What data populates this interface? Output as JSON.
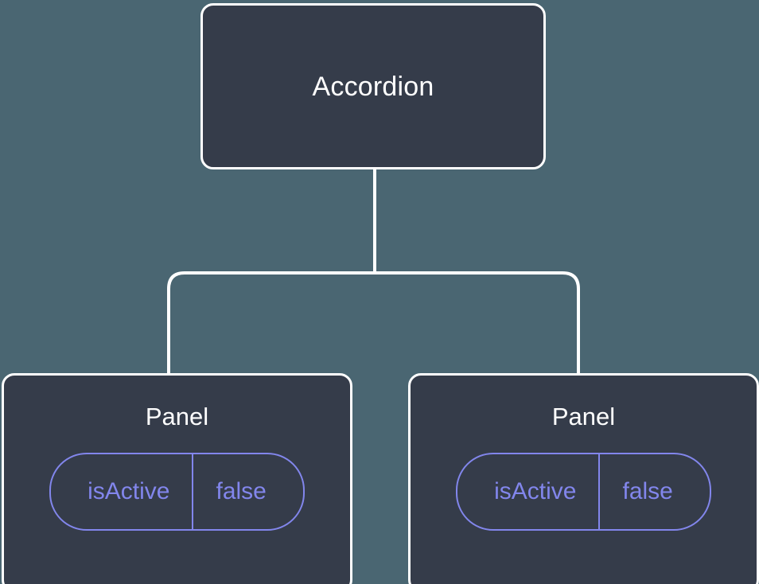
{
  "diagram": {
    "type": "component-tree",
    "background_color": "#4a6672",
    "node_fill_color": "#353c4a",
    "node_border_color": "#ffffff",
    "connector_color": "#ffffff",
    "pill_accent_color": "#8286ec",
    "root": {
      "label": "Accordion"
    },
    "children": [
      {
        "label": "Panel",
        "state": {
          "key": "isActive",
          "value": "false"
        }
      },
      {
        "label": "Panel",
        "state": {
          "key": "isActive",
          "value": "false"
        }
      }
    ]
  }
}
